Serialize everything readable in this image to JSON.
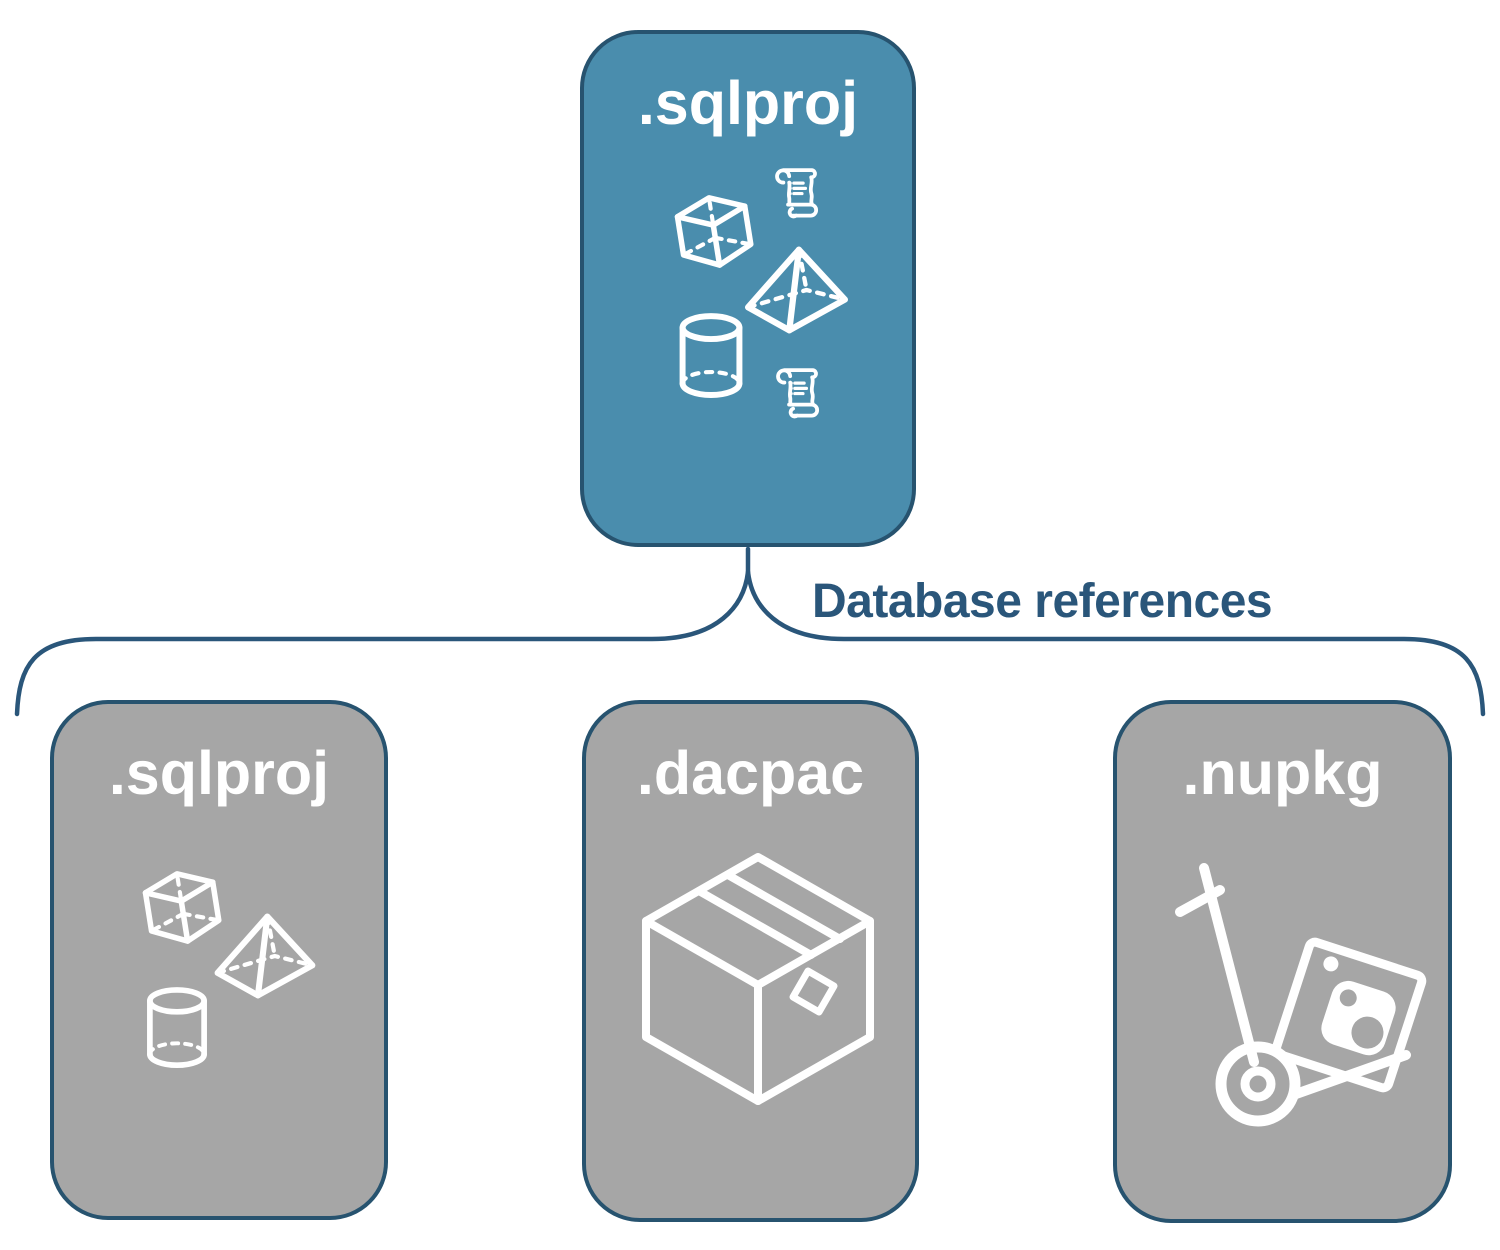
{
  "diagram": {
    "connector_label": "Database references",
    "root": {
      "label": ".sqlproj",
      "icons": [
        "scroll-icon",
        "cube-icon",
        "pyramid-icon",
        "cylinder-icon",
        "scroll-icon"
      ]
    },
    "children": [
      {
        "label": ".sqlproj",
        "icons": [
          "cube-icon",
          "pyramid-icon",
          "cylinder-icon"
        ]
      },
      {
        "label": ".dacpac",
        "icons": [
          "package-box-icon"
        ]
      },
      {
        "label": ".nupkg",
        "icons": [
          "nuget-handtruck-icon"
        ]
      }
    ],
    "colors": {
      "background": "#ffffff",
      "root_fill": "#4a8dad",
      "child_fill": "#a6a6a6",
      "node_border": "#27536f",
      "connector": "#2a567a",
      "node_label_text": "#ffffff",
      "connector_label_text": "#2a567a"
    }
  }
}
